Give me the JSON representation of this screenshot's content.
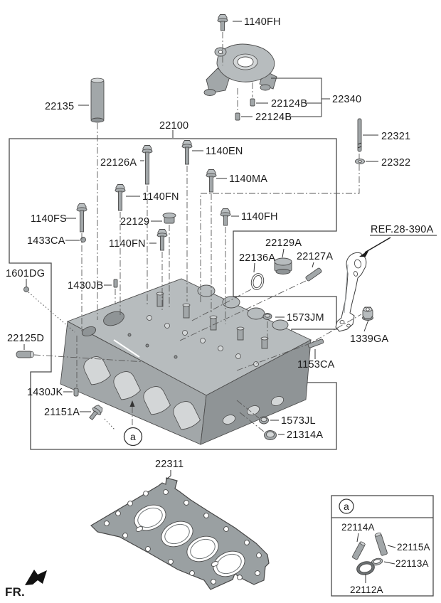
{
  "labels": {
    "p1140fh": "1140FH",
    "p22340": "22340",
    "p22124b": "22124B",
    "p22135": "22135",
    "p22100": "22100",
    "p22321": "22321",
    "p22322": "22322",
    "p22126a": "22126A",
    "p1140en": "1140EN",
    "p1140ma": "1140MA",
    "p1140fn": "1140FN",
    "p1140fs": "1140FS",
    "p22129": "22129",
    "p1433ca": "1433CA",
    "p22129a": "22129A",
    "p22136a": "22136A",
    "p22127a": "22127A",
    "pref": "REF.28-390A",
    "p1601dg": "1601DG",
    "p1430jb": "1430JB",
    "p1573jm": "1573JM",
    "p22125d": "22125D",
    "p1339ga": "1339GA",
    "p1153ca": "1153CA",
    "p1430jk": "1430JK",
    "p21151a": "21151A",
    "p1573jl": "1573JL",
    "p21314a": "21314A",
    "p22311": "22311",
    "p22114a": "22114A",
    "p22115a": "22115A",
    "p22113a": "22113A",
    "p22112a": "22112A"
  },
  "markers": {
    "a": "a",
    "fr": "FR."
  },
  "style": {
    "line_color": "#4a4a4a",
    "metal_fill": "#b7bcbe",
    "background": "#ffffff"
  }
}
